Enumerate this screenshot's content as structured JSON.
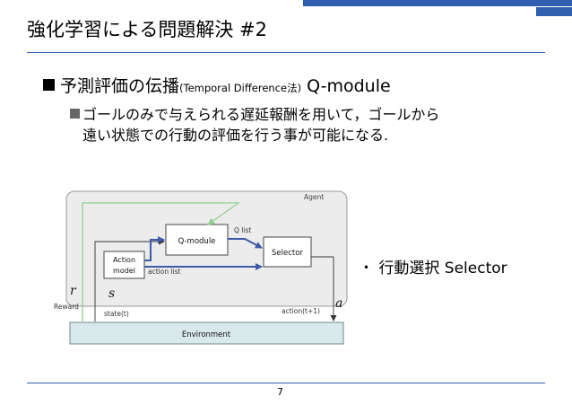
{
  "slide": {
    "title": "強化学習による問題解決 #2",
    "bullet1": {
      "prefix": "予測評価の伝播",
      "paren": "(Temporal Difference法)",
      "suffix": " Q-module"
    },
    "bullet2": {
      "line1": "ゴールのみで与えられる遅延報酬を用いて，ゴールから",
      "line2": "遠い状態での行動の評価を行う事が可能になる."
    },
    "side_note": "・ 行動選択 Selector",
    "page_number": "7"
  },
  "diagram": {
    "agent_label": "Agent",
    "q_module_label": "Q-module",
    "selector_label": "Selector",
    "action_model_line1": "Action",
    "action_model_line2": "model",
    "q_list_label": "Q list",
    "action_list_label": "action list",
    "environment_label": "Environment",
    "reward_label": "Reward",
    "state_label": "state(t)",
    "action_label": "action(t+1)",
    "r_symbol": "r",
    "s_symbol": "s",
    "a_symbol": "a"
  },
  "colors": {
    "accent_blue": "#2f5fae",
    "agent_fill": "#ececec",
    "environment_fill": "#d9e8ea",
    "arrow_blue": "#3d5aa8",
    "arrow_green": "#90d090"
  }
}
